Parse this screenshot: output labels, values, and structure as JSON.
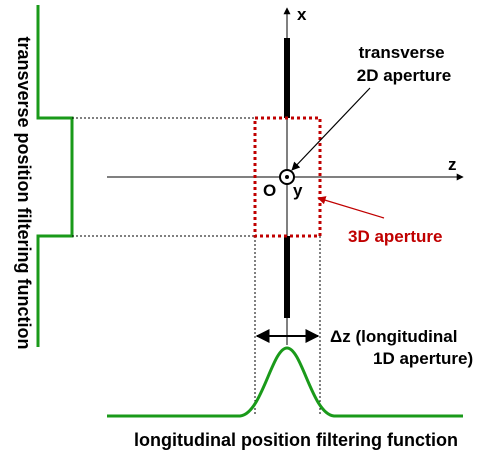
{
  "diagram": {
    "axis_x_label": "x",
    "axis_z_label": "z",
    "origin_label": "O",
    "axis_y_label": "y",
    "transverse_aperture_label": [
      "transverse",
      "2D aperture"
    ],
    "aperture_3d_label": "3D aperture",
    "delta_z_label": [
      "Δz (longitudinal",
      "1D aperture)"
    ],
    "transverse_filter_label": "transverse position filtering function",
    "longitudinal_filter_label": "longitudinal position filtering function",
    "colors": {
      "filter_curve": "#1a9a1a",
      "aperture_3d": "#c00000",
      "axes": "#000000"
    }
  }
}
